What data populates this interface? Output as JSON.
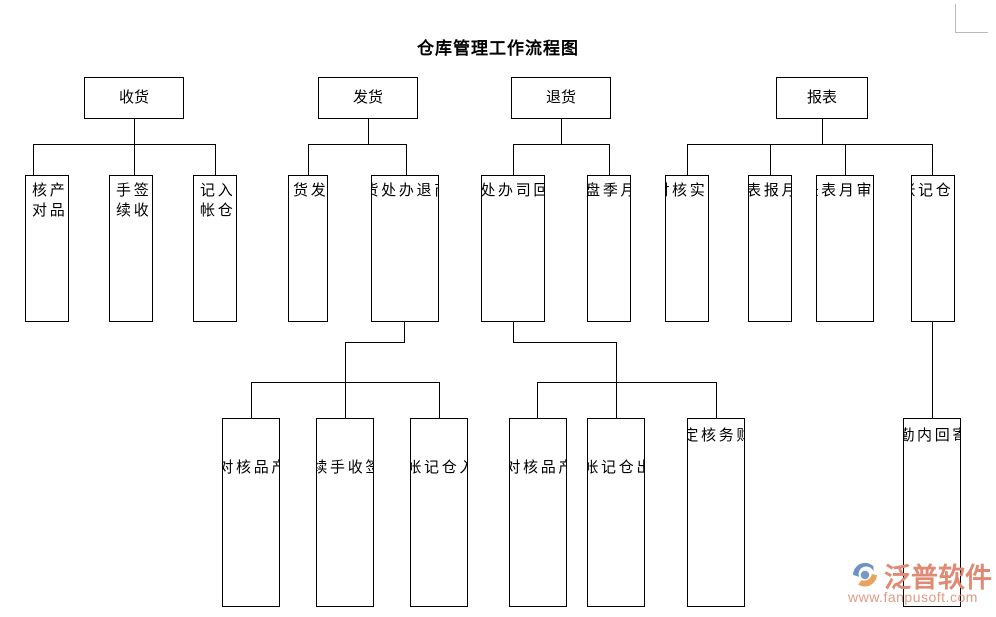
{
  "title": "仓库管理工作流程图",
  "watermark": {
    "brand": "泛普软件",
    "url": "www.fanpusoft.com",
    "brand_color": "#e08a74",
    "logo_icon": "swoosh-circle-logo"
  },
  "colors": {
    "box_border": "#000000",
    "line": "#000000",
    "background": "#ffffff",
    "text": "#000000",
    "corner_mark": "#b9b9b9"
  },
  "chart_data": {
    "type": "diagram",
    "title": "仓库管理工作流程图",
    "orientation": "top-down-tree",
    "roots": [
      "收货",
      "发货",
      "退货",
      "报表"
    ],
    "nodes": [
      {
        "id": "r1",
        "label": "收货",
        "level": 1,
        "parent": null
      },
      {
        "id": "r2",
        "label": "发货",
        "level": 1,
        "parent": null
      },
      {
        "id": "r3",
        "label": "退货",
        "level": 1,
        "parent": null
      },
      {
        "id": "r4",
        "label": "报表",
        "level": 1,
        "parent": null
      },
      {
        "id": "a1",
        "label": "产品核对",
        "level": 2,
        "parent": "r1"
      },
      {
        "id": "a2",
        "label": "签收手续",
        "level": 2,
        "parent": "r1"
      },
      {
        "id": "a3",
        "label": "入仓 记帐",
        "level": 2,
        "parent": "r1"
      },
      {
        "id": "b1",
        "label": "发 货",
        "level": 2,
        "parent": "r2"
      },
      {
        "id": "b2",
        "label": "接商家退货事处办",
        "level": 2,
        "parent": "r2"
      },
      {
        "id": "c1",
        "label": "退回公司事处办",
        "level": 2,
        "parent": "r3"
      },
      {
        "id": "c2",
        "label": "周月季盘点",
        "level": 2,
        "parent": "r3"
      },
      {
        "id": "d1",
        "label": "帐实核对",
        "level": 2,
        "parent": "r4"
      },
      {
        "id": "d2",
        "label": "月报表",
        "level": 2,
        "parent": "r4"
      },
      {
        "id": "d3",
        "label": "月报表主任审核",
        "level": 2,
        "parent": "r4"
      },
      {
        "id": "d4",
        "label": "出仓 记帐",
        "level": 2,
        "parent": "r4"
      },
      {
        "id": "e1",
        "label": "产品核对",
        "level": 3,
        "parent": "b2"
      },
      {
        "id": "e2",
        "label": "签收手续",
        "level": 3,
        "parent": "b2"
      },
      {
        "id": "e3",
        "label": "入仓 记帐",
        "level": 3,
        "parent": "b2"
      },
      {
        "id": "f1",
        "label": "产品核对",
        "level": 3,
        "parent": "c1"
      },
      {
        "id": "f2",
        "label": "出仓 记帐",
        "level": 3,
        "parent": "c1"
      },
      {
        "id": "f3",
        "label": "内勤财务核定报销",
        "level": 3,
        "parent": "c1"
      },
      {
        "id": "g1",
        "label": "定时寄回内勤处理",
        "level": 3,
        "parent": "d4"
      }
    ]
  },
  "boxes": {
    "root_shouhuo": "收货",
    "root_fahuo": "发货",
    "root_tuihuo": "退货",
    "root_baobiao": "报表",
    "l2_chanpinhedui_1": "产品\n核对",
    "l2_qianshoushouxu_1": "签收\n手续",
    "l2_rucangjizhang_1": "入仓\n 记帐",
    "l2_fahuo": "发\n 货",
    "l2_jieshangjia_right": "事\n接\n商\n退",
    "l2_jieshangjia_left": "办\n处\n货\n家\n货",
    "l2_tuihuigongsi_right": "事\n退\n回\n司",
    "l2_tuihuigongsi_left": "办\n处\n货\n公",
    "l2_zhouyuejipandian": "周\n月\n季\n盘\n点",
    "l2_zhangshihedui": "帐\n实\n核\n对",
    "l2_yuebaobiao": "月\n报\n表",
    "l2_yuebaobiaozhuren_right": "报\n主\n审",
    "l2_yuebaobiaozhuren_left": "月\n表\n任\n核",
    "l2_chucangjizhang": "出\n仓\n 记\n帐",
    "l3_chanpinhedui_a": "产\n品\n核\n对",
    "l3_qianshoushouxu": "签\n收\n手\n续",
    "l3_rucangjizhang": "入\n仓\n 记\n帐",
    "l3_chanpinhedui_b": "产\n品\n核\n对",
    "l3_chucangjizhang": "出\n仓\n 记\n帐",
    "l3_neiqincaiwu": "内\n勤\n财\n务\n核\n定\n报\n销",
    "l3_dingshijihui": "定\n时\n寄\n回\n内\n勤\n处\n理"
  }
}
